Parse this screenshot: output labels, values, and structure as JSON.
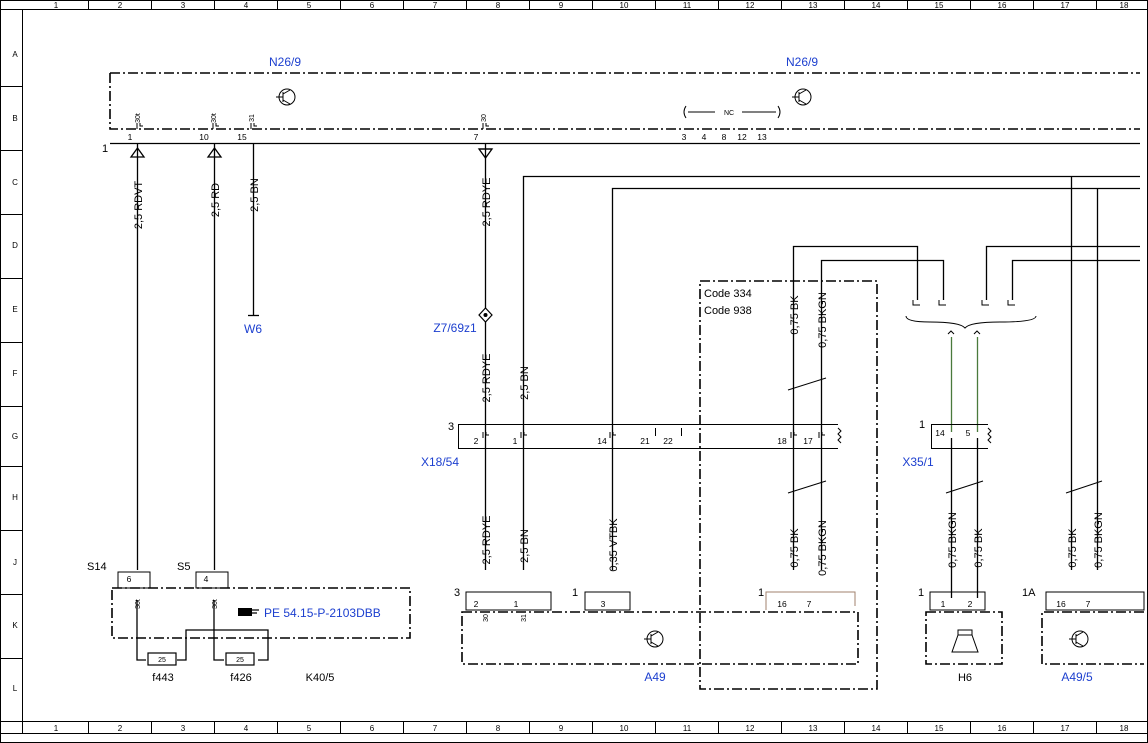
{
  "grid": {
    "columns": [
      "1",
      "2",
      "3",
      "4",
      "5",
      "6",
      "7",
      "8",
      "9",
      "10",
      "11",
      "12",
      "13",
      "14",
      "15",
      "16",
      "17",
      "18"
    ],
    "rows": [
      "A",
      "B",
      "C",
      "D",
      "E",
      "F",
      "G",
      "H",
      "J",
      "K",
      "L"
    ]
  },
  "components": {
    "n26_9_left": "N26/9",
    "n26_9_right": "N26/9",
    "w6": "W6",
    "z7_69z1": "Z7/69z1",
    "x18_54": "X18/54",
    "x35_1": "X35/1",
    "a49": "A49",
    "h6": "H6",
    "a49_5": "A49/5",
    "k40_5": "K40/5",
    "f443": "f443",
    "f426": "f426",
    "s14": "S14",
    "s5": "S5",
    "pe_ref": "PE 54.15-P-2103DBB",
    "code_334": "Code 334",
    "code_938": "Code 938",
    "nc": "NC"
  },
  "wires": {
    "rdvt_25": "2,5 RDVT",
    "rd_25": "2,5 RD",
    "bn_25_top": "2,5 BN",
    "rdye_25_top": "2,5 RDYE",
    "rdye_25_mid": "2,5 RDYE",
    "bn_25_mid": "2,5 BN",
    "rdye_25_bot": "2,5 RDYE",
    "bn_25_bot": "2,5 BN",
    "vtbk_035": "0,35 VTBK",
    "bk_075_top": "0,75 BK",
    "bkgn_075_top": "0,75 BKGN",
    "bk_075_bot": "0,75 BK",
    "bkgn_075_bot": "0,75 BKGN",
    "bkgn_075_h6": "0,75 BKGN",
    "bk_075_h6": "0,75 BK",
    "bk_075_a495": "0,75 BK",
    "bkgn_075_a495": "0,75 BKGN"
  },
  "pins": {
    "n26_1": "1",
    "n26_30t_a": "30t",
    "n26_10": "10",
    "n26_30t_b": "30t",
    "n26_15": "15",
    "n26_31": "31",
    "n26_7": "7",
    "n26_30": "30",
    "nc_3": "3",
    "nc_4": "4",
    "nc_8": "8",
    "nc_12": "12",
    "nc_13": "13",
    "bus_1": "1",
    "x18_3": "3",
    "x18_2": "2",
    "x18_1": "1",
    "x18_14": "14",
    "x18_21": "21",
    "x18_22": "22",
    "x18_18": "18",
    "x18_17": "17",
    "x35_1": "1",
    "x35_14": "14",
    "x35_5": "5",
    "k40_6": "6",
    "k40_4": "4",
    "k40_30ta": "30t",
    "k40_30tb": "30t",
    "fuse_a": "25",
    "fuse_b": "25",
    "a49_3": "3",
    "a49_2": "2",
    "a49_1": "1",
    "a49_30": "30",
    "a49_31": "31",
    "a49_3b": "1",
    "a49_3c": "3",
    "code_1": "1",
    "code_16": "16",
    "code_7": "7",
    "h6_1": "1",
    "h6_p1": "1",
    "h6_p2": "2",
    "a495_1a": "1A",
    "a495_16": "16",
    "a495_7": "7"
  }
}
